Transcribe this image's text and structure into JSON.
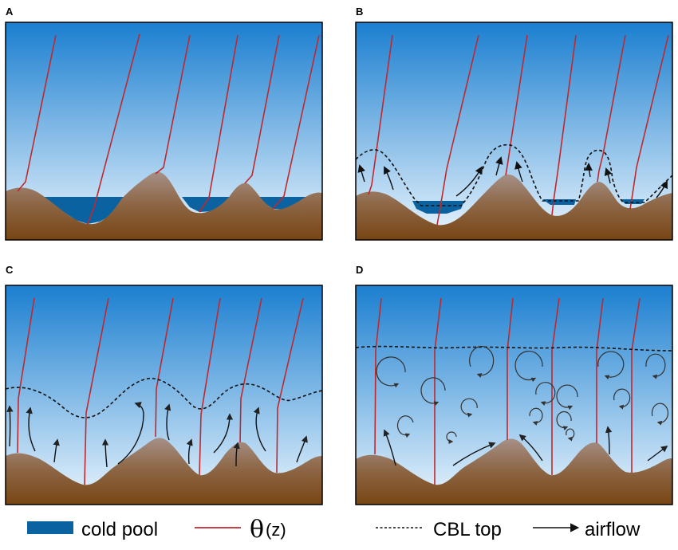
{
  "panels": [
    {
      "label": "A",
      "state": "cold pools in valleys, stable stratification"
    },
    {
      "label": "B",
      "state": "shallow convective boundary layer following terrain"
    },
    {
      "label": "C",
      "state": "deeper convective boundary layer with upslope flows"
    },
    {
      "label": "D",
      "state": "well-mixed boundary layer with flat top and eddies"
    }
  ],
  "legend": {
    "cold_pool": "cold pool",
    "theta_symbol": "θ",
    "theta_arg": "(z)",
    "cbl_top": "CBL top",
    "airflow": "airflow"
  },
  "colors": {
    "sky_top": "#1b7fd0",
    "sky_bottom": "#e9f4fc",
    "ground_top": "#a28c80",
    "ground_bottom": "#7a4a17",
    "cold_pool": "#0a63a0",
    "theta_line": "#c0282d",
    "cbl_line": "#111111",
    "arrow": "#222222",
    "eddy": "#333333"
  }
}
